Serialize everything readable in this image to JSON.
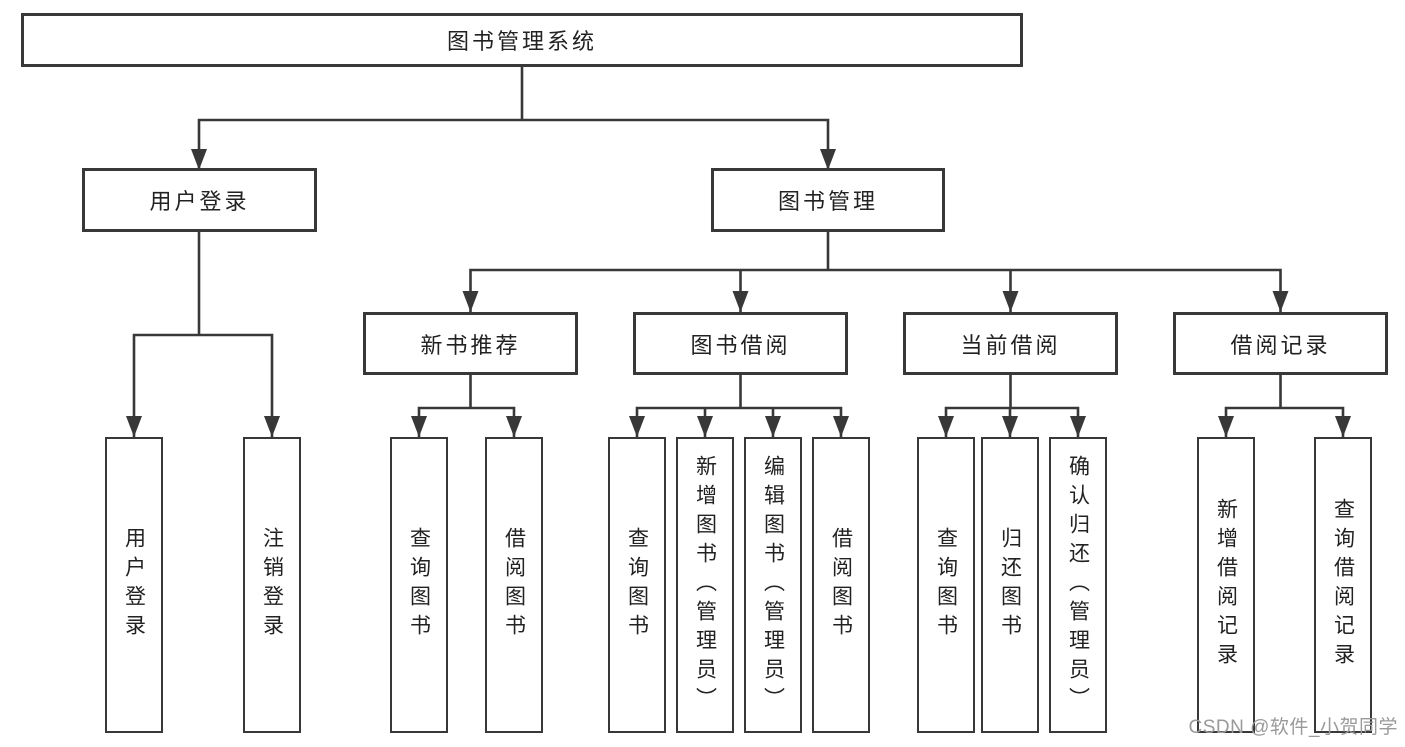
{
  "diagram": {
    "root": {
      "label": "图书管理系统"
    },
    "level1": [
      {
        "label": "用户登录",
        "children": [
          {
            "label": "用户登录"
          },
          {
            "label": "注销登录"
          }
        ]
      },
      {
        "label": "图书管理",
        "children": [
          {
            "label": "新书推荐",
            "children": [
              {
                "label": "查询图书"
              },
              {
                "label": "借阅图书"
              }
            ]
          },
          {
            "label": "图书借阅",
            "children": [
              {
                "label": "查询图书"
              },
              {
                "label": "新增图书（管理员）"
              },
              {
                "label": "编辑图书（管理员）"
              },
              {
                "label": "借阅图书"
              }
            ]
          },
          {
            "label": "当前借阅",
            "children": [
              {
                "label": "查询图书"
              },
              {
                "label": "归还图书"
              },
              {
                "label": "确认归还（管理员）"
              }
            ]
          },
          {
            "label": "借阅记录",
            "children": [
              {
                "label": "新增借阅记录"
              },
              {
                "label": "查询借阅记录"
              }
            ]
          }
        ]
      }
    ]
  },
  "watermark": {
    "text": "CSDN @软件_小贺同学"
  },
  "colors": {
    "line": "#383838",
    "text": "#222222",
    "background": "#ffffff",
    "watermark": "#9a9a9a"
  }
}
